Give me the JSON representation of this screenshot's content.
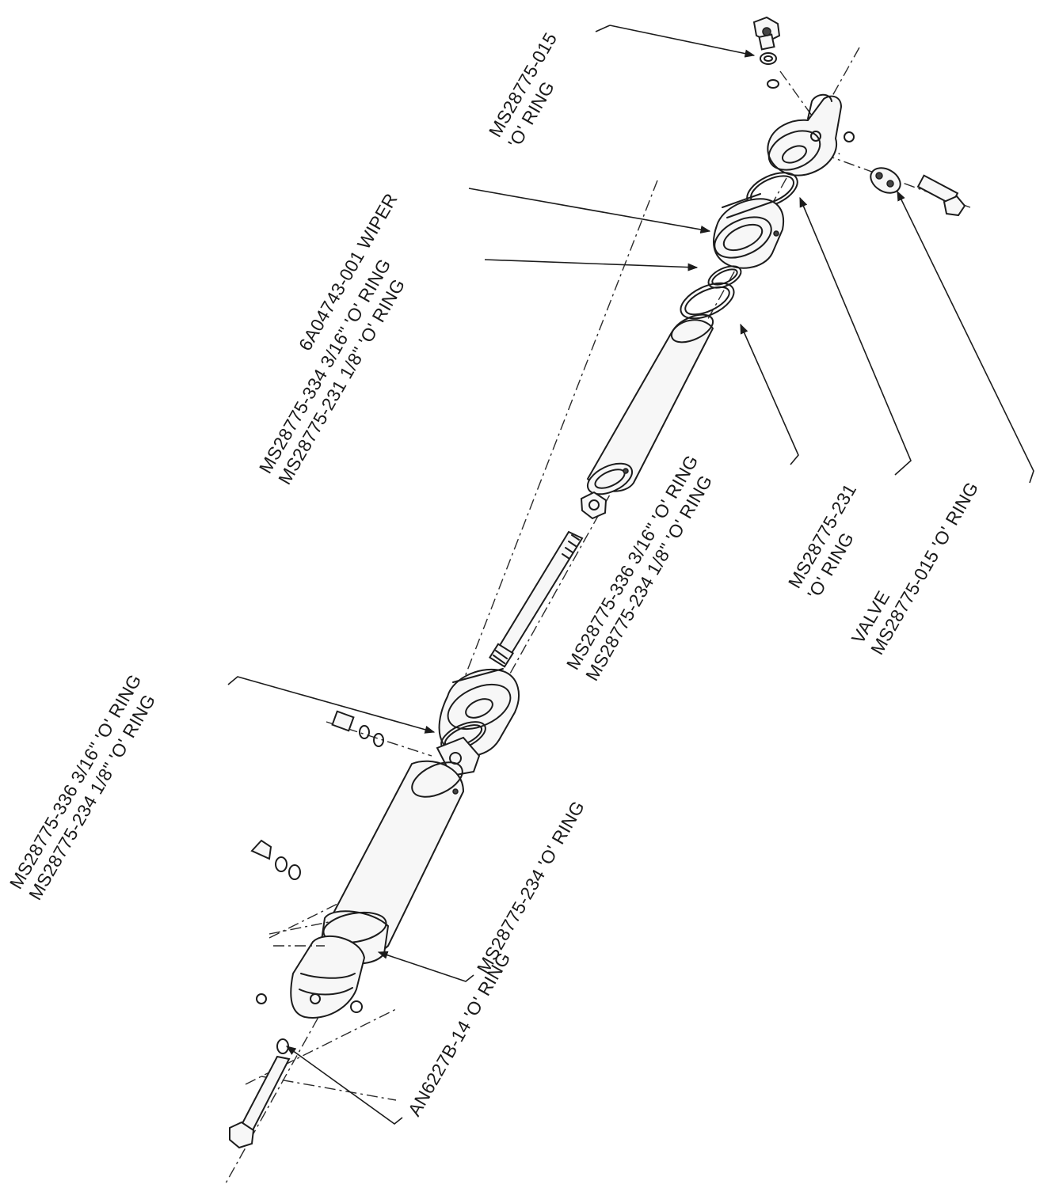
{
  "labels": {
    "ms015_top_line1": "MS28775-015",
    "ms015_top_line2": "'O' RING",
    "wiper": "6A04743-001 WIPER",
    "upper_rings_line1": "MS28775-334 3/16\" 'O' RING",
    "upper_rings_line2": "MS28775-231 1/8\" 'O' RING",
    "mid_rings_line1": "MS28775-336 3/16\" 'O' RING",
    "mid_rings_line2": "MS28775-234 1/8\" 'O' RING",
    "ms231_line1": "MS28775-231",
    "ms231_line2": "'O' RING",
    "valve_line1": "VALVE",
    "valve_line2": "MS28775-015 'O' RING",
    "lower_rings_line1": "MS28775-336 3/16\" 'O' RING",
    "lower_rings_line2": "MS28775-234 1/8\" 'O' RING",
    "ms234": "MS28775-234 'O' RING",
    "an6227": "AN6227B-14 'O' RING"
  }
}
